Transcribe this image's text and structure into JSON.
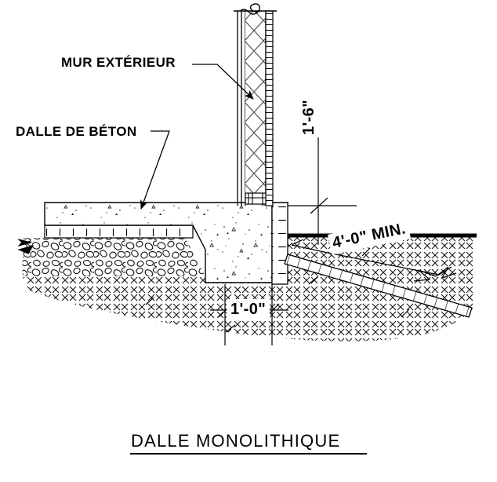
{
  "drawing": {
    "title": "DALLE MONOLITHIQUE",
    "callouts": {
      "wall": "MUR EXTÉRIEUR",
      "slab": "DALLE DE BÉTON"
    },
    "dimensions": {
      "wall_height_above_grade": "1'-6\"",
      "footing_width": "1'-0\"",
      "frost_depth": "4'-0\" MIN."
    },
    "colors": {
      "line": "#000000",
      "paper": "#ffffff",
      "hatch": "#333333",
      "grade_line": "#000000"
    }
  }
}
